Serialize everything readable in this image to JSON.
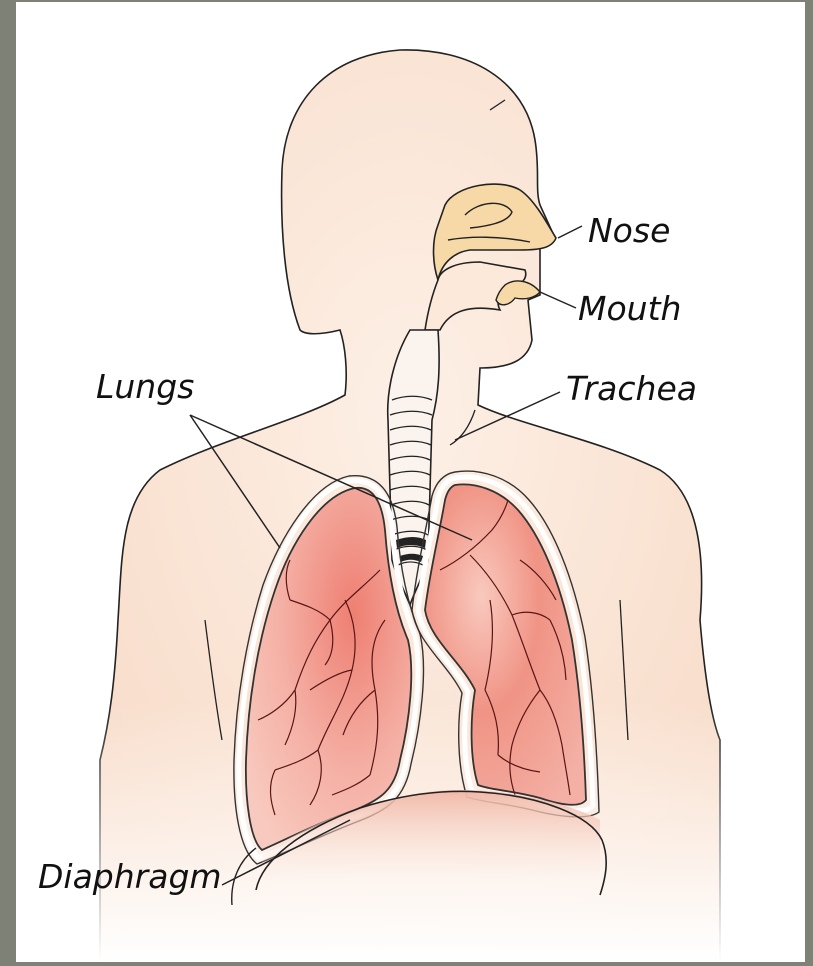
{
  "labels": {
    "nose": "Nose",
    "mouth": "Mouth",
    "trachea": "Trachea",
    "lungs": "Lungs",
    "diaphragm": "Diaphragm"
  },
  "colors": {
    "frame": "#7e8175",
    "skin": "#fbe2d3",
    "lung": "#f1a59a",
    "lung_deep": "#ea7c70",
    "nasal": "#f6d9a6",
    "vessel": "#7a1e1e",
    "outline": "#1a1a1a"
  }
}
